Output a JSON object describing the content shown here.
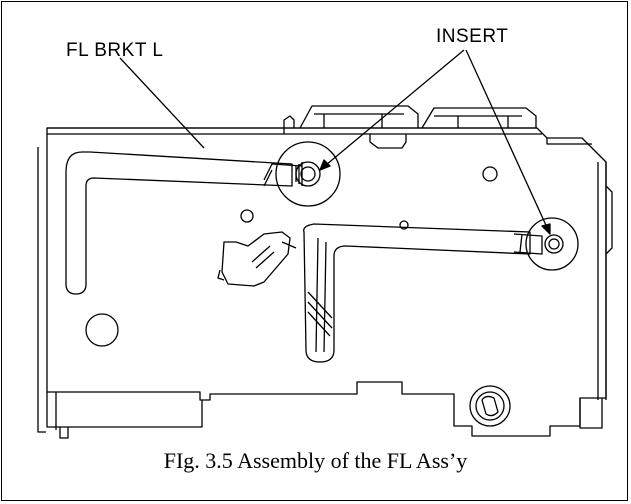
{
  "labels": {
    "bracket": "FL BRKT L",
    "insert": "INSERT"
  },
  "caption": "FIg. 3.5 Assembly of the FL Ass’y",
  "colors": {
    "line": "#000000",
    "background": "#ffffff"
  }
}
